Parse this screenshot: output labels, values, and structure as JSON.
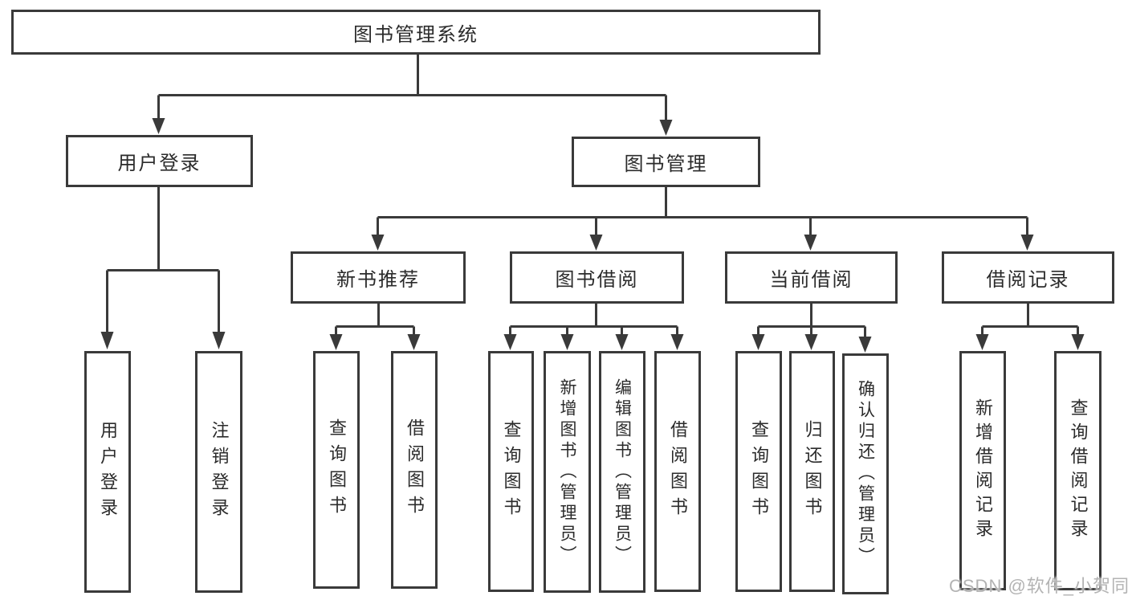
{
  "tree": {
    "label": "图书管理系统",
    "children": [
      {
        "label": "用户登录",
        "children": [
          {
            "label": "用户登录"
          },
          {
            "label": "注销登录"
          }
        ]
      },
      {
        "label": "图书管理",
        "children": [
          {
            "label": "新书推荐",
            "children": [
              {
                "label": "查询图书"
              },
              {
                "label": "借阅图书"
              }
            ]
          },
          {
            "label": "图书借阅",
            "children": [
              {
                "label": "查询图书"
              },
              {
                "label": "新增图书（管理员）"
              },
              {
                "label": "编辑图书（管理员）"
              },
              {
                "label": "借阅图书"
              }
            ]
          },
          {
            "label": "当前借阅",
            "children": [
              {
                "label": "查询图书"
              },
              {
                "label": "归还图书"
              },
              {
                "label": "确认归还（管理员）"
              }
            ]
          },
          {
            "label": "借阅记录",
            "children": [
              {
                "label": "新增借阅记录"
              },
              {
                "label": "查询借阅记录"
              }
            ]
          }
        ]
      }
    ]
  },
  "watermark": "CSDN @软件_小贺同学",
  "colors": {
    "line": "#3a3a3a",
    "box_border": "#3a3a3a",
    "text": "#2b2b2b",
    "watermark": "#b3b3b3",
    "background": "#ffffff"
  }
}
